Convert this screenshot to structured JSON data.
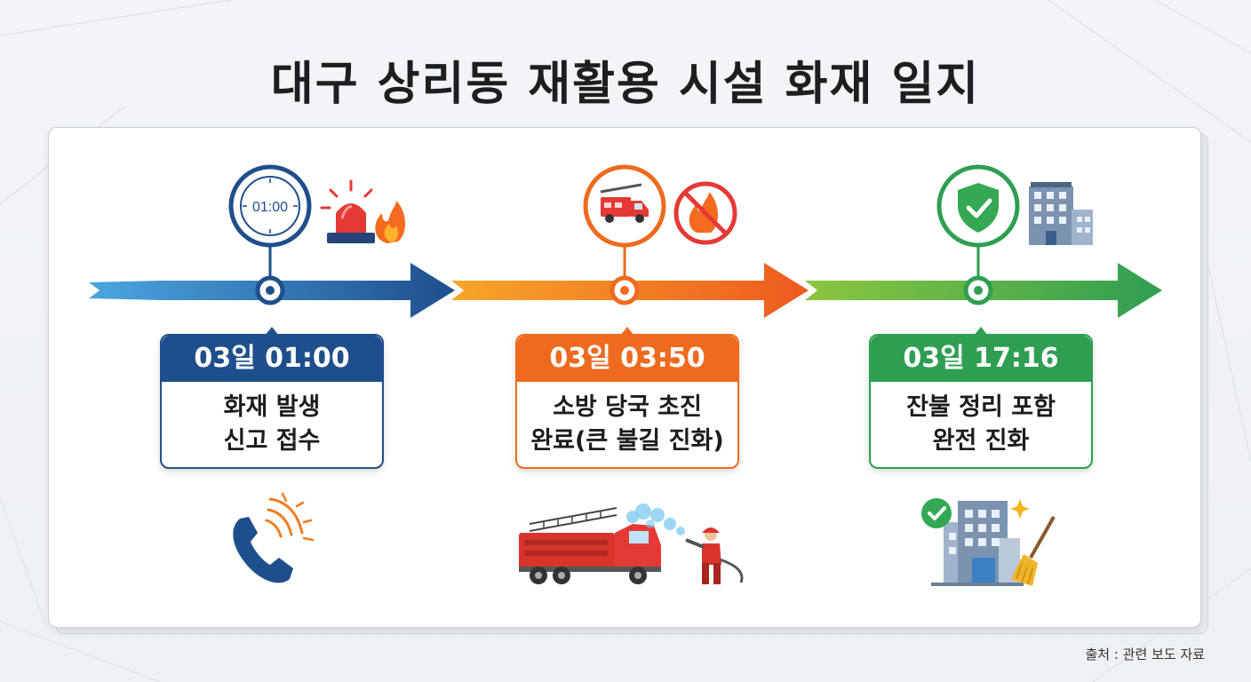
{
  "title": "대구 상리동 재활용 시설 화재 일지",
  "events": [
    {
      "time": "03일 01:00",
      "lines": [
        "화재 발생",
        "신고 접수"
      ],
      "clock_text": "01:00",
      "color": "#1f4e8c",
      "icons": [
        "clock-icon",
        "siren-icon",
        "fire-icon",
        "phone-icon"
      ]
    },
    {
      "time": "03일 03:50",
      "lines": [
        "소방 당국 초진",
        "완료(큰 불길 진화)"
      ],
      "color": "#ee6a1e",
      "icons": [
        "fire-truck-icon",
        "no-fire-icon",
        "fire-engine-icon",
        "firefighter-icon"
      ]
    },
    {
      "time": "03일 17:16",
      "lines": [
        "잔불 정리 포함",
        "완전 진화"
      ],
      "color": "#2f9e52",
      "icons": [
        "shield-check-icon",
        "building-icon",
        "clean-building-icon",
        "broom-icon"
      ]
    }
  ],
  "source": "출처 : 관련 보도 자료"
}
